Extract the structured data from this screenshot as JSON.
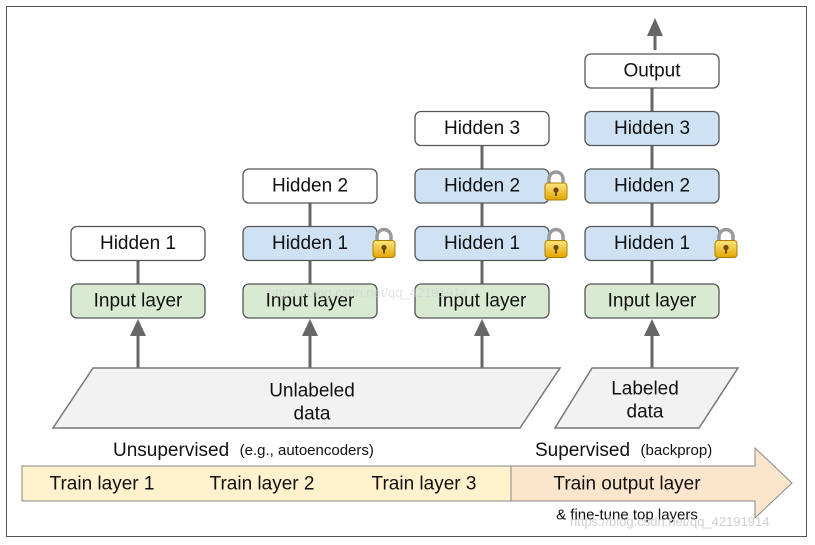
{
  "columns": [
    {
      "layers": [
        {
          "text": "Hidden 1",
          "kind": "white",
          "lock": false
        },
        {
          "text": "Input layer",
          "kind": "green",
          "lock": false
        }
      ],
      "arrow_to": "unlabeled"
    },
    {
      "layers": [
        {
          "text": "Hidden 2",
          "kind": "white",
          "lock": false
        },
        {
          "text": "Hidden 1",
          "kind": "blue",
          "lock": true
        },
        {
          "text": "Input layer",
          "kind": "green",
          "lock": false
        }
      ],
      "arrow_to": "unlabeled"
    },
    {
      "layers": [
        {
          "text": "Hidden 3",
          "kind": "white",
          "lock": false
        },
        {
          "text": "Hidden 2",
          "kind": "blue",
          "lock": true
        },
        {
          "text": "Hidden 1",
          "kind": "blue",
          "lock": true
        },
        {
          "text": "Input layer",
          "kind": "green",
          "lock": false
        }
      ],
      "arrow_to": "unlabeled"
    },
    {
      "layers": [
        {
          "text": "Output",
          "kind": "white",
          "lock": false
        },
        {
          "text": "Hidden 3",
          "kind": "blue",
          "lock": false
        },
        {
          "text": "Hidden 2",
          "kind": "blue",
          "lock": false
        },
        {
          "text": "Hidden 1",
          "kind": "blue",
          "lock": true
        },
        {
          "text": "Input layer",
          "kind": "green",
          "lock": false
        }
      ],
      "arrow_to": "labeled"
    }
  ],
  "data_inputs": {
    "unlabeled": {
      "line1": "Unlabeled",
      "line2": "data"
    },
    "labeled": {
      "line1": "Labeled",
      "line2": "data"
    }
  },
  "phases": {
    "unsupervised": {
      "label": "Unsupervised",
      "detail": "(e.g., autoencoders)"
    },
    "supervised": {
      "label": "Supervised",
      "detail": "(backprop)"
    }
  },
  "steps": [
    "Train layer 1",
    "Train layer 2",
    "Train layer 3"
  ],
  "final_step": {
    "label": "Train output layer",
    "note": "& fine-tune top layers"
  },
  "watermarks": {
    "center": "https://blog.csdn.net/qq_42191914",
    "bottom": "https://blog.csdn.net/qq_42191914"
  },
  "colors": {
    "white_box": "#ffffff",
    "blue_box": "#cfe2f3",
    "green_box": "#d9ead3",
    "box_stroke": "#555555",
    "data_fill": "#f2f2f2",
    "arrow_yellow": "#fff2cc",
    "arrow_orange": "#fce5cd",
    "connector": "#666666"
  }
}
